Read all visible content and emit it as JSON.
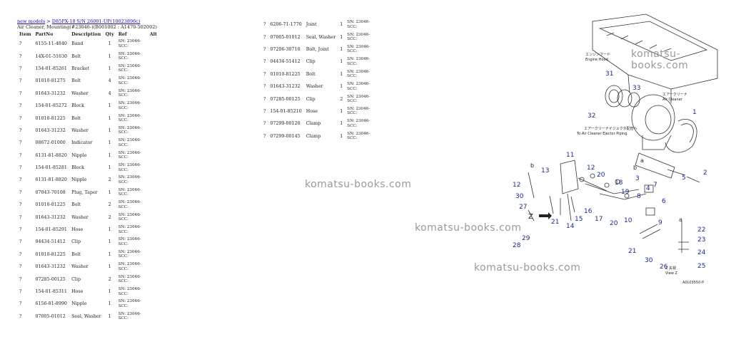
{
  "breadcrumb": {
    "link1": "new models",
    "link2": "D85PX-18 S/N 26001-UP(10023896c)"
  },
  "subtitle": "Air Cleaner, Mounting(#23046-)(B001002 : A1470-502002)",
  "table": {
    "headers": [
      "Item",
      "PartNo",
      "Description",
      "Qty",
      "Ref",
      "Alt"
    ],
    "rows_left": [
      {
        "item": "?",
        "part": "6155-11-4840",
        "desc": "Band",
        "qty": "1",
        "ref": "SN: 23046-SCC:"
      },
      {
        "item": "?",
        "part": "14X-01-51630",
        "desc": "Bolt",
        "qty": "1",
        "ref": "SN: 23046-SCC:"
      },
      {
        "item": "?",
        "part": "154-01-85261",
        "desc": "Bracket",
        "qty": "1",
        "ref": "SN: 23046-SCC:"
      },
      {
        "item": "?",
        "part": "01010-81275",
        "desc": "Bolt",
        "qty": "4",
        "ref": "SN: 23046-SCC:"
      },
      {
        "item": "?",
        "part": "01643-31232",
        "desc": "Washer",
        "qty": "4",
        "ref": "SN: 23046-SCC:"
      },
      {
        "item": "?",
        "part": "154-01-85272",
        "desc": "Block",
        "qty": "1",
        "ref": "SN: 23046-SCC:"
      },
      {
        "item": "?",
        "part": "01010-81225",
        "desc": "Bolt",
        "qty": "1",
        "ref": "SN: 23046-SCC:"
      },
      {
        "item": "?",
        "part": "01643-31232",
        "desc": "Washer",
        "qty": "1",
        "ref": "SN: 23046-SCC:"
      },
      {
        "item": "?",
        "part": "08672-01000",
        "desc": "Indicator",
        "qty": "1",
        "ref": "SN: 23046-SCC:"
      },
      {
        "item": "?",
        "part": "6131-81-8820",
        "desc": "Nipple",
        "qty": "1",
        "ref": "SN: 23046-SCC:"
      },
      {
        "item": "?",
        "part": "154-01-85281",
        "desc": "Block",
        "qty": "1",
        "ref": "SN: 23046-SCC:"
      },
      {
        "item": "?",
        "part": "6131-81-8820",
        "desc": "Nipple",
        "qty": "2",
        "ref": "SN: 23046-SCC:"
      },
      {
        "item": "?",
        "part": "07043-70108",
        "desc": "Plug, Taper",
        "qty": "1",
        "ref": "SN: 23046-SCC:"
      },
      {
        "item": "?",
        "part": "01010-81225",
        "desc": "Bolt",
        "qty": "2",
        "ref": "SN: 23046-SCC:"
      },
      {
        "item": "?",
        "part": "01643-31232",
        "desc": "Washer",
        "qty": "2",
        "ref": "SN: 23046-SCC:"
      },
      {
        "item": "?",
        "part": "154-01-85291",
        "desc": "Hose",
        "qty": "1",
        "ref": "SN: 23046-SCC:"
      },
      {
        "item": "?",
        "part": "04434-51412",
        "desc": "Clip",
        "qty": "1",
        "ref": "SN: 23046-SCC:"
      },
      {
        "item": "?",
        "part": "01010-81225",
        "desc": "Bolt",
        "qty": "1",
        "ref": "SN: 23046-SCC:"
      },
      {
        "item": "?",
        "part": "01643-31232",
        "desc": "Washer",
        "qty": "1",
        "ref": "SN: 23046-SCC:"
      },
      {
        "item": "?",
        "part": "07285-00125",
        "desc": "Clip",
        "qty": "2",
        "ref": "SN: 23046-SCC:"
      },
      {
        "item": "?",
        "part": "154-01-85311",
        "desc": "Hose",
        "qty": "1",
        "ref": "SN: 23046-SCC:"
      },
      {
        "item": "?",
        "part": "6156-81-8990",
        "desc": "Nipple",
        "qty": "1",
        "ref": "SN: 23046-SCC:"
      },
      {
        "item": "?",
        "part": "07005-01012",
        "desc": "Seal, Washer",
        "qty": "1",
        "ref": "SN: 23046-SCC:"
      }
    ],
    "rows_right": [
      {
        "item": "?",
        "part": "6206-71-1770",
        "desc": "Joint",
        "qty": "1",
        "ref": "SN: 23046-SCC:"
      },
      {
        "item": "?",
        "part": "07005-01012",
        "desc": "Seal, Washer",
        "qty": "1",
        "ref": "SN: 23046-SCC:"
      },
      {
        "item": "?",
        "part": "07206-30710",
        "desc": "Bolt, Joint",
        "qty": "1",
        "ref": "SN: 23046-SCC:"
      },
      {
        "item": "?",
        "part": "04434-51412",
        "desc": "Clip",
        "qty": "1",
        "ref": "SN: 23046-SCC:"
      },
      {
        "item": "?",
        "part": "01010-81225",
        "desc": "Bolt",
        "qty": "1",
        "ref": "SN: 23046-SCC:"
      },
      {
        "item": "?",
        "part": "01643-31232",
        "desc": "Washer",
        "qty": "1",
        "ref": "SN: 23046-SCC:"
      },
      {
        "item": "?",
        "part": "07285-00125",
        "desc": "Clip",
        "qty": "2",
        "ref": "SN: 23046-SCC:"
      },
      {
        "item": "?",
        "part": "154-01-85210",
        "desc": "Hose",
        "qty": "1",
        "ref": "SN: 23046-SCC:"
      },
      {
        "item": "?",
        "part": "07299-00120",
        "desc": "Clamp",
        "qty": "1",
        "ref": "SN: 23046-SCC:"
      },
      {
        "item": "?",
        "part": "07299-00145",
        "desc": "Clamp",
        "qty": "1",
        "ref": "SN: 23046-SCC:"
      }
    ]
  },
  "watermarks": [
    "komatsu-books.com",
    "komatsu-books.com",
    "komatsu-books.com",
    "komatsu-books.com"
  ],
  "diagram": {
    "engine_hood_jp": "エンジンフード",
    "engine_hood": "Engine Hood",
    "air_cleaner_jp": "エアークリーナ",
    "air_cleaner": "Air Cleaner",
    "ejector_jp": "エアークリーナイジェクタ配管へ",
    "ejector": "To Air Cleaner Ejector Piping",
    "view_jp": "Z 矢視",
    "view": "View Z",
    "drawing_no": "A0L03550-P",
    "arrow_label": "Z",
    "callouts": [
      "1",
      "2",
      "3",
      "4",
      "5",
      "6",
      "7",
      "8",
      "9",
      "10",
      "11",
      "12",
      "12",
      "13",
      "14",
      "15",
      "16",
      "17",
      "18",
      "19",
      "20",
      "20",
      "21",
      "21",
      "22",
      "23",
      "24",
      "25",
      "26",
      "27",
      "28",
      "29",
      "30",
      "30",
      "31",
      "32",
      "33",
      "a",
      "a",
      "b",
      "b"
    ]
  },
  "colors": {
    "link": "#1a0dab",
    "callout": "#1a2a8c",
    "watermark": "#9a9a9a"
  }
}
